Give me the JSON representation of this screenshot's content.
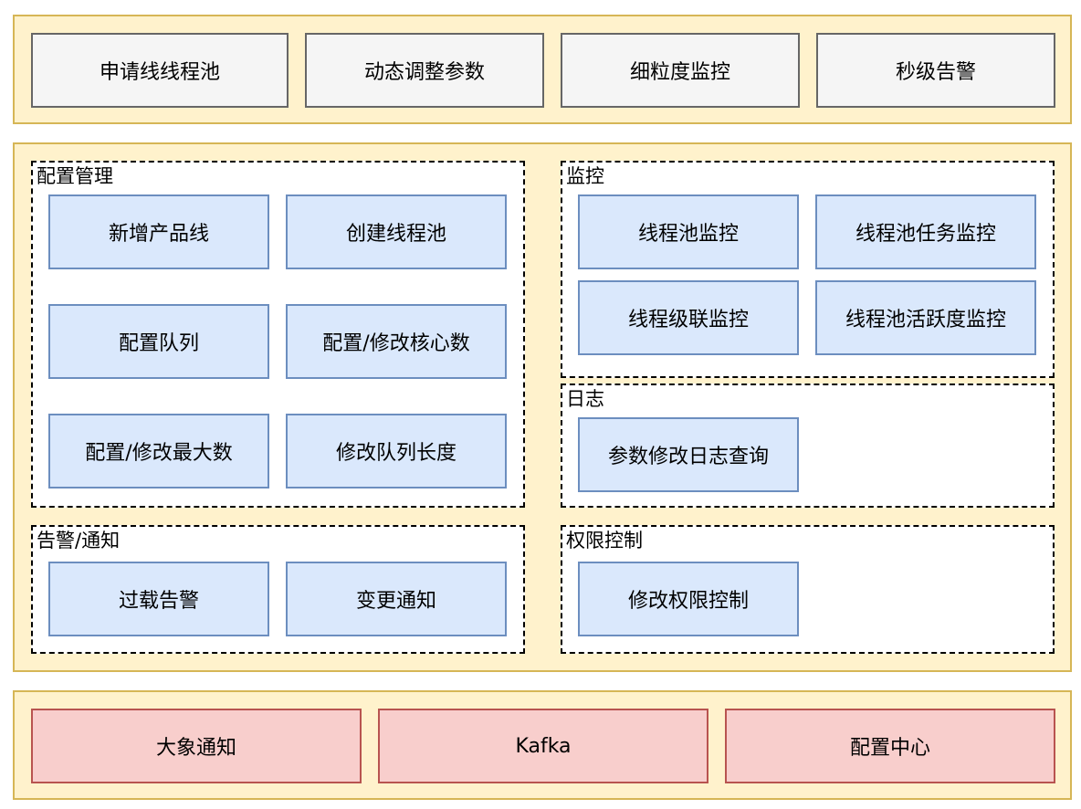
{
  "top_features": [
    "申请线线程池",
    "动态调整参数",
    "细粒度监控",
    "秒级告警"
  ],
  "groups": {
    "config": {
      "title": "配置管理",
      "items": [
        "新增产品线",
        "创建线程池",
        "配置队列",
        "配置/修改核心数",
        "配置/修改最大数",
        "修改队列长度"
      ]
    },
    "monitor": {
      "title": "监控",
      "items": [
        "线程池监控",
        "线程池任务监控",
        "线程级联监控",
        "线程池活跃度监控"
      ]
    },
    "log": {
      "title": "日志",
      "items": [
        "参数修改日志查询"
      ]
    },
    "alert": {
      "title": "告警/通知",
      "items": [
        "过载告警",
        "变更通知"
      ]
    },
    "permission": {
      "title": "权限控制",
      "items": [
        "修改权限控制"
      ]
    }
  },
  "infrastructure": [
    "大象通知",
    "Kafka",
    "配置中心"
  ],
  "colors": {
    "band_fill": "#fff2cc",
    "band_stroke": "#d6b656",
    "feature_fill": "#f5f5f5",
    "feature_stroke": "#666666",
    "module_fill": "#dae8fc",
    "module_stroke": "#6c8ebf",
    "infra_fill": "#f8cecc",
    "infra_stroke": "#b85450"
  }
}
